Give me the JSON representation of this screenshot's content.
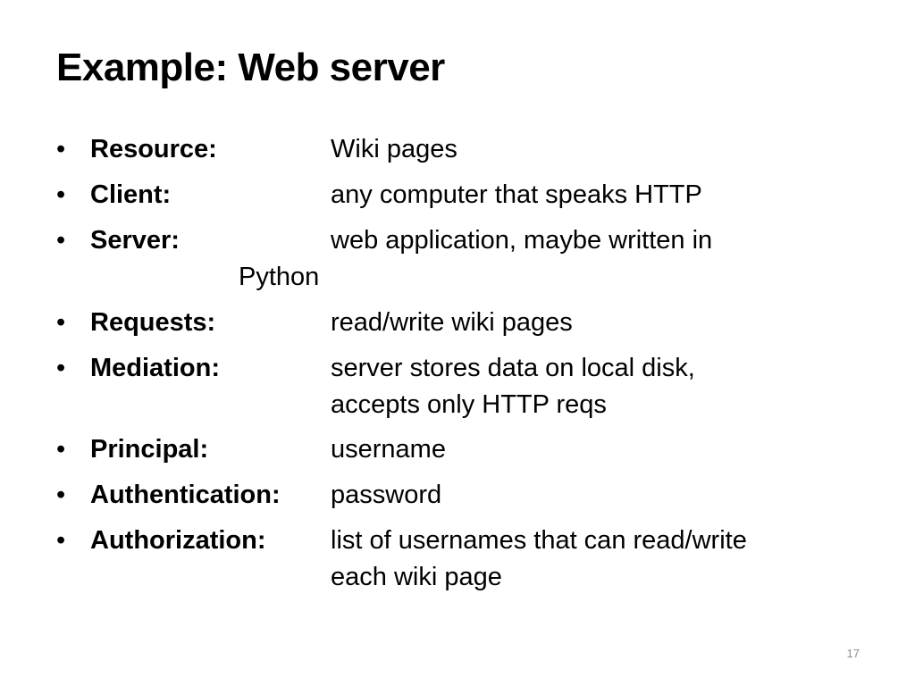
{
  "slide": {
    "title": "Example: Web server",
    "bullet_symbol": "•",
    "items": [
      {
        "term": "Resource:",
        "desc": "Wiki pages"
      },
      {
        "term": "Client:",
        "desc": "any computer that speaks HTTP"
      },
      {
        "term": "Server:",
        "desc": "web application, maybe written in",
        "cont": "Python"
      },
      {
        "term": "Requests:",
        "desc": "read/write wiki pages"
      },
      {
        "term": "Mediation:",
        "desc": "server stores data on local disk,",
        "cont": "accepts only HTTP reqs"
      },
      {
        "term": "Principal:",
        "desc": "username"
      },
      {
        "term": "Authentication:",
        "desc": "password"
      },
      {
        "term": "Authorization:",
        "desc": "list of usernames that can read/write",
        "cont": "each wiki page"
      }
    ],
    "page_number": "17"
  }
}
